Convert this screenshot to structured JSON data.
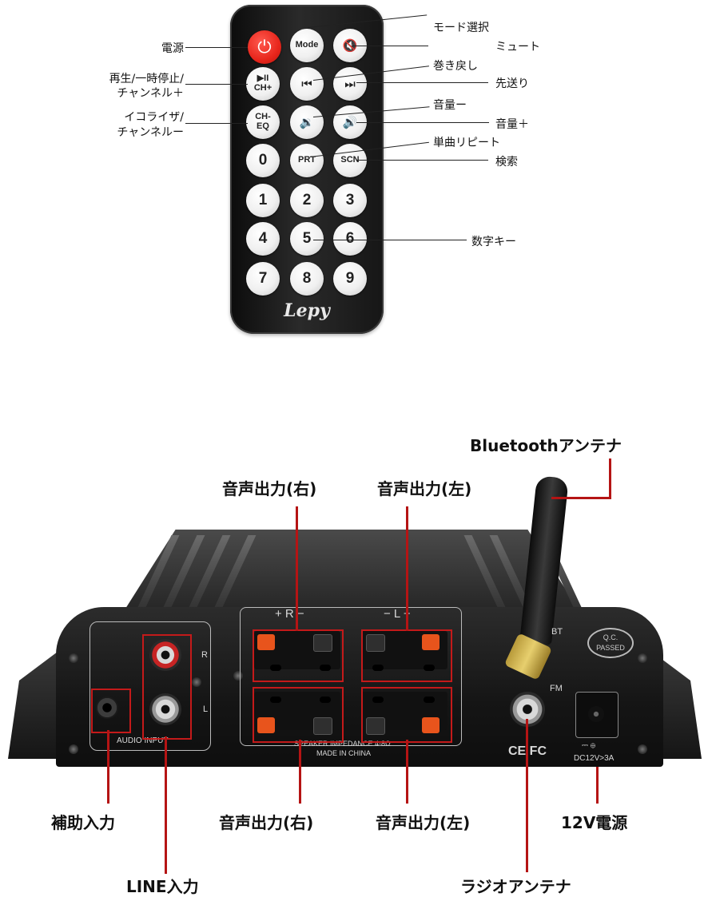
{
  "remote": {
    "brand": "Lepy",
    "buttons": {
      "power": "⏻",
      "mode": "Mode",
      "mute": "🔇",
      "play_pause_top": "▶II",
      "play_pause_bottom": "CH+",
      "rewind": "⏮",
      "forward": "⏭",
      "ch_eq_top": "CH-",
      "ch_eq_bottom": "EQ",
      "vol_down": "🔉",
      "vol_up": "🔊",
      "zero": "0",
      "prt": "PRT",
      "scn": "SCN",
      "one": "1",
      "two": "2",
      "three": "3",
      "four": "4",
      "five": "5",
      "six": "6",
      "seven": "7",
      "eight": "8",
      "nine": "9"
    },
    "labels": {
      "power": "電源",
      "play_line1": "再生/一時停止/",
      "play_line2": "チャンネル＋",
      "eq_line1": "イコライザ/",
      "eq_line2": "チャンネルー",
      "mode": "モード選択",
      "mute": "ミュート",
      "rewind": "巻き戻し",
      "forward": "先送り",
      "vol_down": "音量ー",
      "vol_up": "音量＋",
      "repeat": "単曲リピート",
      "search": "検索",
      "numbers": "数字キー"
    }
  },
  "amplifier": {
    "panel": {
      "r_plus": "+ R −",
      "l_plus": "− L +",
      "r_side": "R",
      "l_side": "L",
      "audio_input": "AUDIO INPUT",
      "speaker_impedance": "SPEAKER IMPEDANCE 4-8Ω",
      "made_in": "MADE IN CHINA",
      "bt": "BT",
      "fm": "FM",
      "qc_line1": "Q.C.",
      "qc_line2": "PASSED",
      "ce": "CE FC",
      "dc_symbol": "⎓ ⊕",
      "dc": "DC12V>3A"
    },
    "labels": {
      "bluetooth_antenna": "Bluetoothアンテナ",
      "speaker_out_right_top": "音声出力(右)",
      "speaker_out_left_top": "音声出力(左)",
      "aux_input": "補助入力",
      "speaker_out_right_bottom": "音声出力(右)",
      "speaker_out_left_bottom": "音声出力(左)",
      "power_12v": "12V電源",
      "line_input": "LINE入力",
      "radio_antenna": "ラジオアンテナ"
    }
  },
  "colors": {
    "callout_red": "#c41a1a",
    "power_button": "#e8261c",
    "terminal_red": "#e8541c"
  }
}
